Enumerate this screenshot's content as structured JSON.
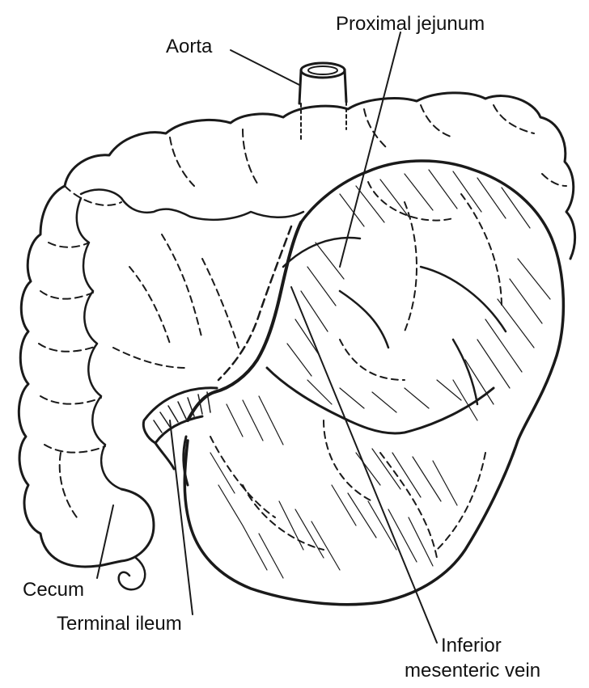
{
  "labels": {
    "aorta": "Aorta",
    "proximal_jejunum": "Proximal jejunum",
    "cecum": "Cecum",
    "terminal_ileum": "Terminal ileum",
    "inferior": "Inferior",
    "mesenteric_vein": "mesenteric vein"
  },
  "colors": {
    "ink": "#1a1a1a",
    "background": "#ffffff"
  }
}
